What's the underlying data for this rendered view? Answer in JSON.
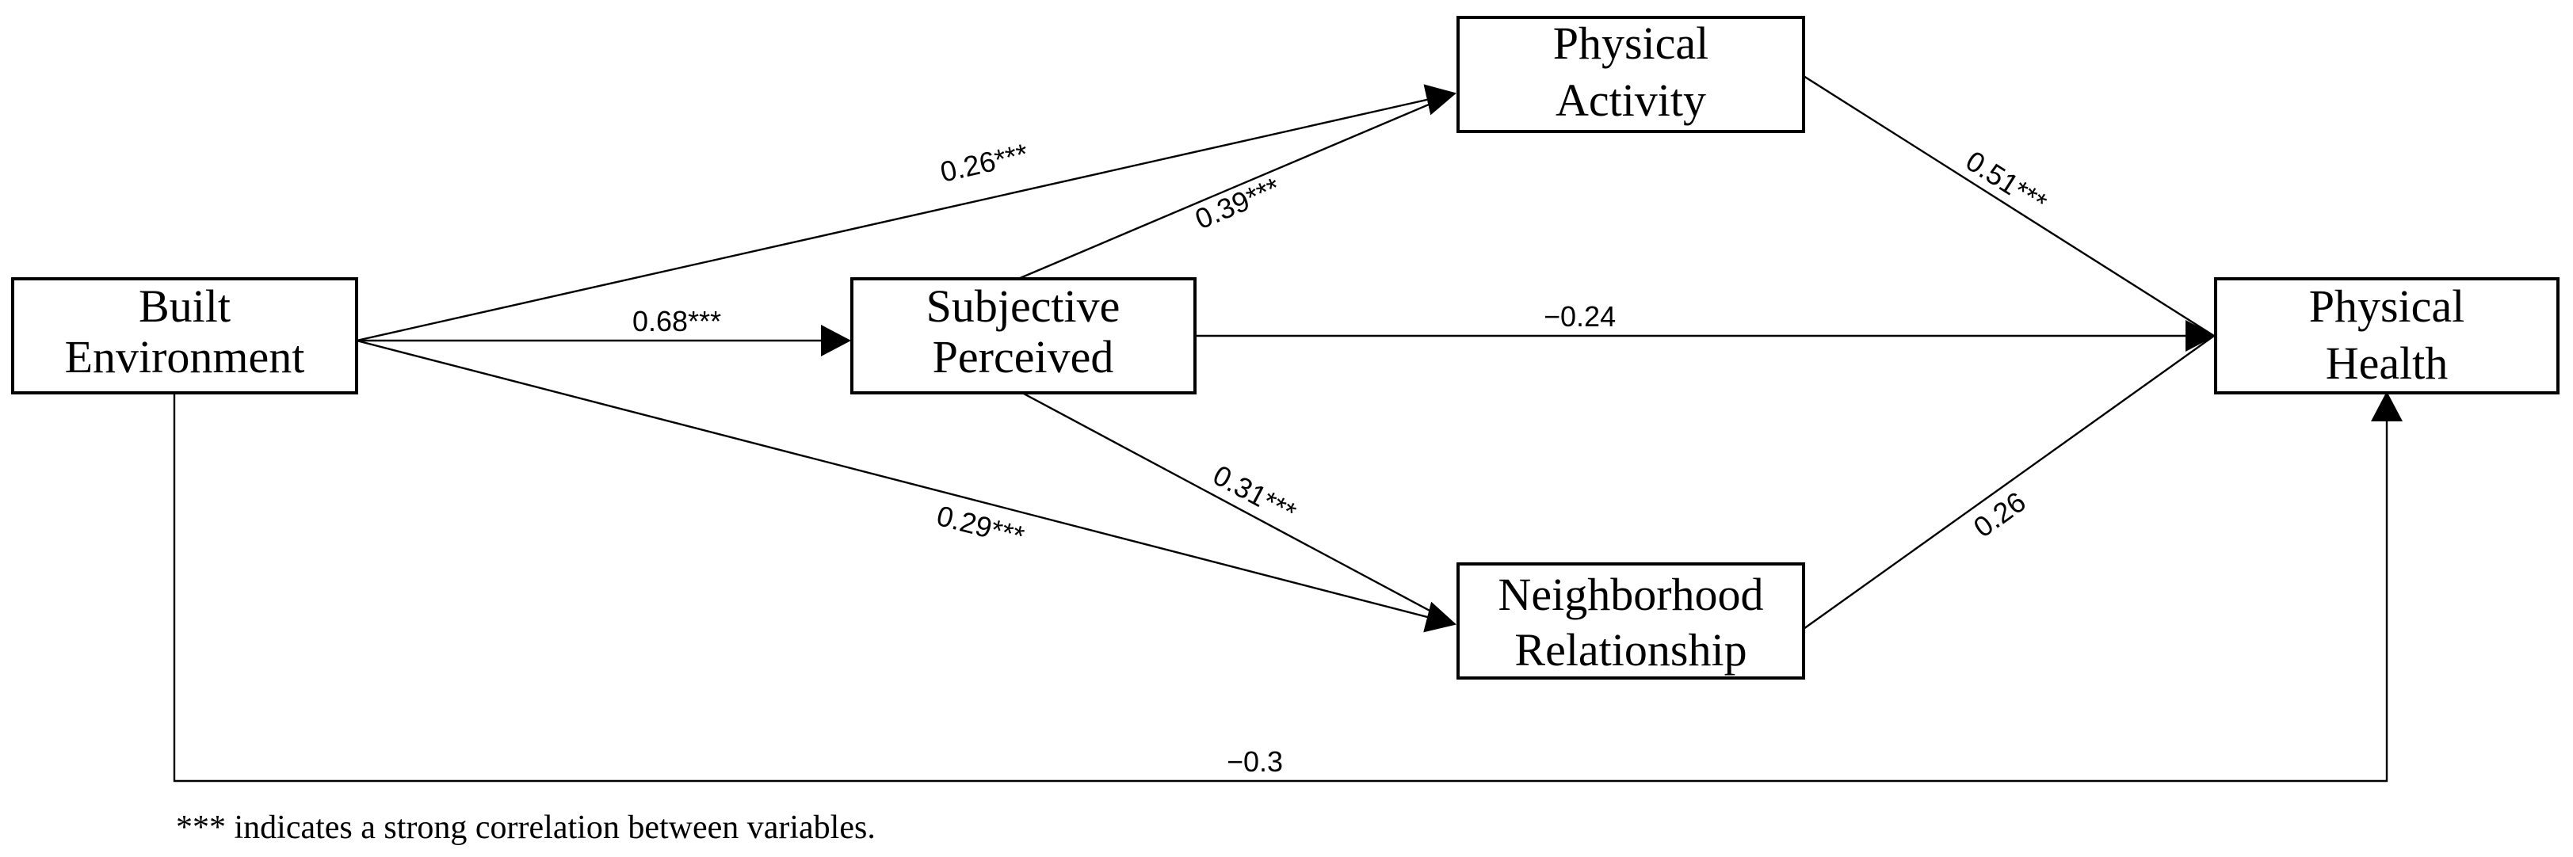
{
  "nodes": {
    "built_environment": {
      "line1": "Built",
      "line2": "Environment"
    },
    "subjective_perceived": {
      "line1": "Subjective",
      "line2": "Perceived"
    },
    "physical_activity": {
      "line1": "Physical",
      "line2": "Activity"
    },
    "neighborhood_relationship": {
      "line1": "Neighborhood",
      "line2": "Relationship"
    },
    "physical_health": {
      "line1": "Physical",
      "line2": "Health"
    }
  },
  "edges": {
    "be_to_pa": "0.26***",
    "be_to_sp": "0.68***",
    "be_to_nr": "0.29***",
    "sp_to_pa": "0.39***",
    "sp_to_ph": "−0.24",
    "sp_to_nr": "0.31***",
    "pa_to_ph": "0.51***",
    "nr_to_ph": "0.26",
    "be_to_ph": "−0.3"
  },
  "footnote": "*** indicates a strong correlation between variables."
}
